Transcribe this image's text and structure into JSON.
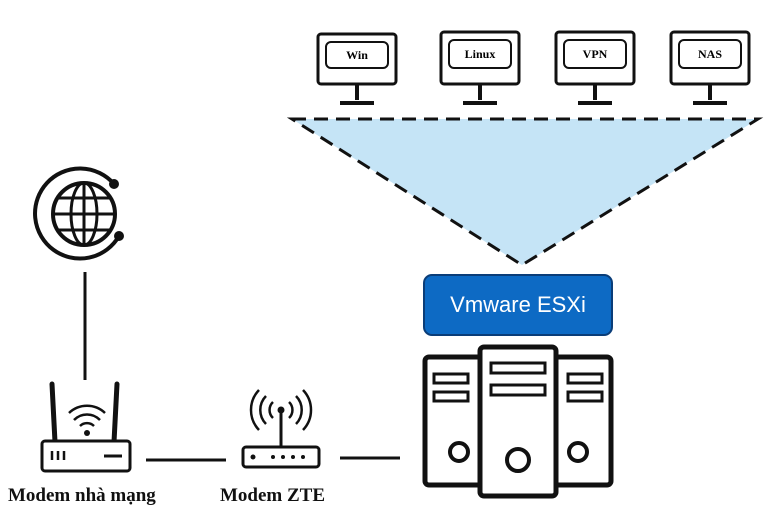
{
  "vms": [
    {
      "label": "Win"
    },
    {
      "label": "Linux"
    },
    {
      "label": "VPN"
    },
    {
      "label": "NAS"
    }
  ],
  "hypervisor": {
    "label": "Vmware ESXi"
  },
  "devices": {
    "isp_modem": {
      "label": "Modem nhà mạng"
    },
    "zte_modem": {
      "label": "Modem ZTE"
    }
  },
  "colors": {
    "hypervisor_fill": "#0d6ac4",
    "vm_area_fill": "#c5e4f6",
    "stroke": "#111111"
  },
  "icons": [
    "globe-icon",
    "router-icon",
    "wifi-icon",
    "modem-icon",
    "server-icon",
    "monitor-icon"
  ]
}
